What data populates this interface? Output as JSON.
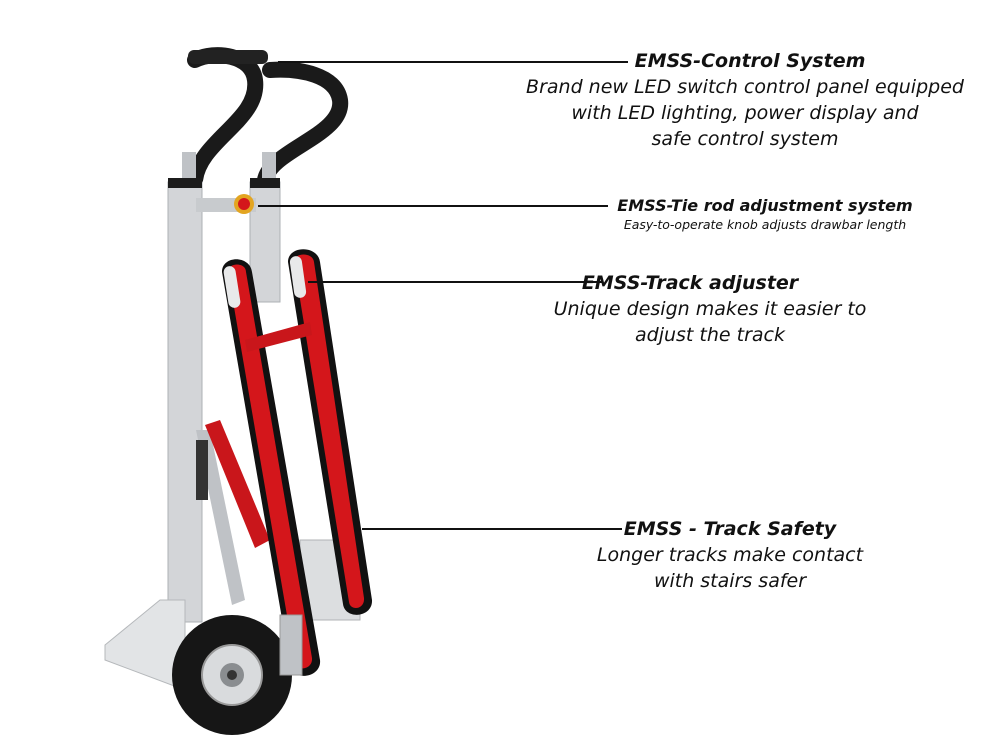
{
  "callouts": [
    {
      "title": "EMSS-Control System",
      "desc": "Brand new LED switch control panel equipped\nwith LED lighting, power display and\nsafe control system"
    },
    {
      "title": "EMSS-Tie rod adjustment system",
      "desc": "Easy-to-operate knob adjusts drawbar length"
    },
    {
      "title": "EMSS-Track adjuster",
      "desc": "Unique design makes it easier to\nadjust the track"
    },
    {
      "title": "EMSS - Track Safety",
      "desc": "Longer tracks make contact\nwith stairs safer"
    }
  ],
  "colors": {
    "frame": "#cfd1d4",
    "track_body": "#d4161b",
    "rubber": "#111111",
    "text": "#111111"
  }
}
